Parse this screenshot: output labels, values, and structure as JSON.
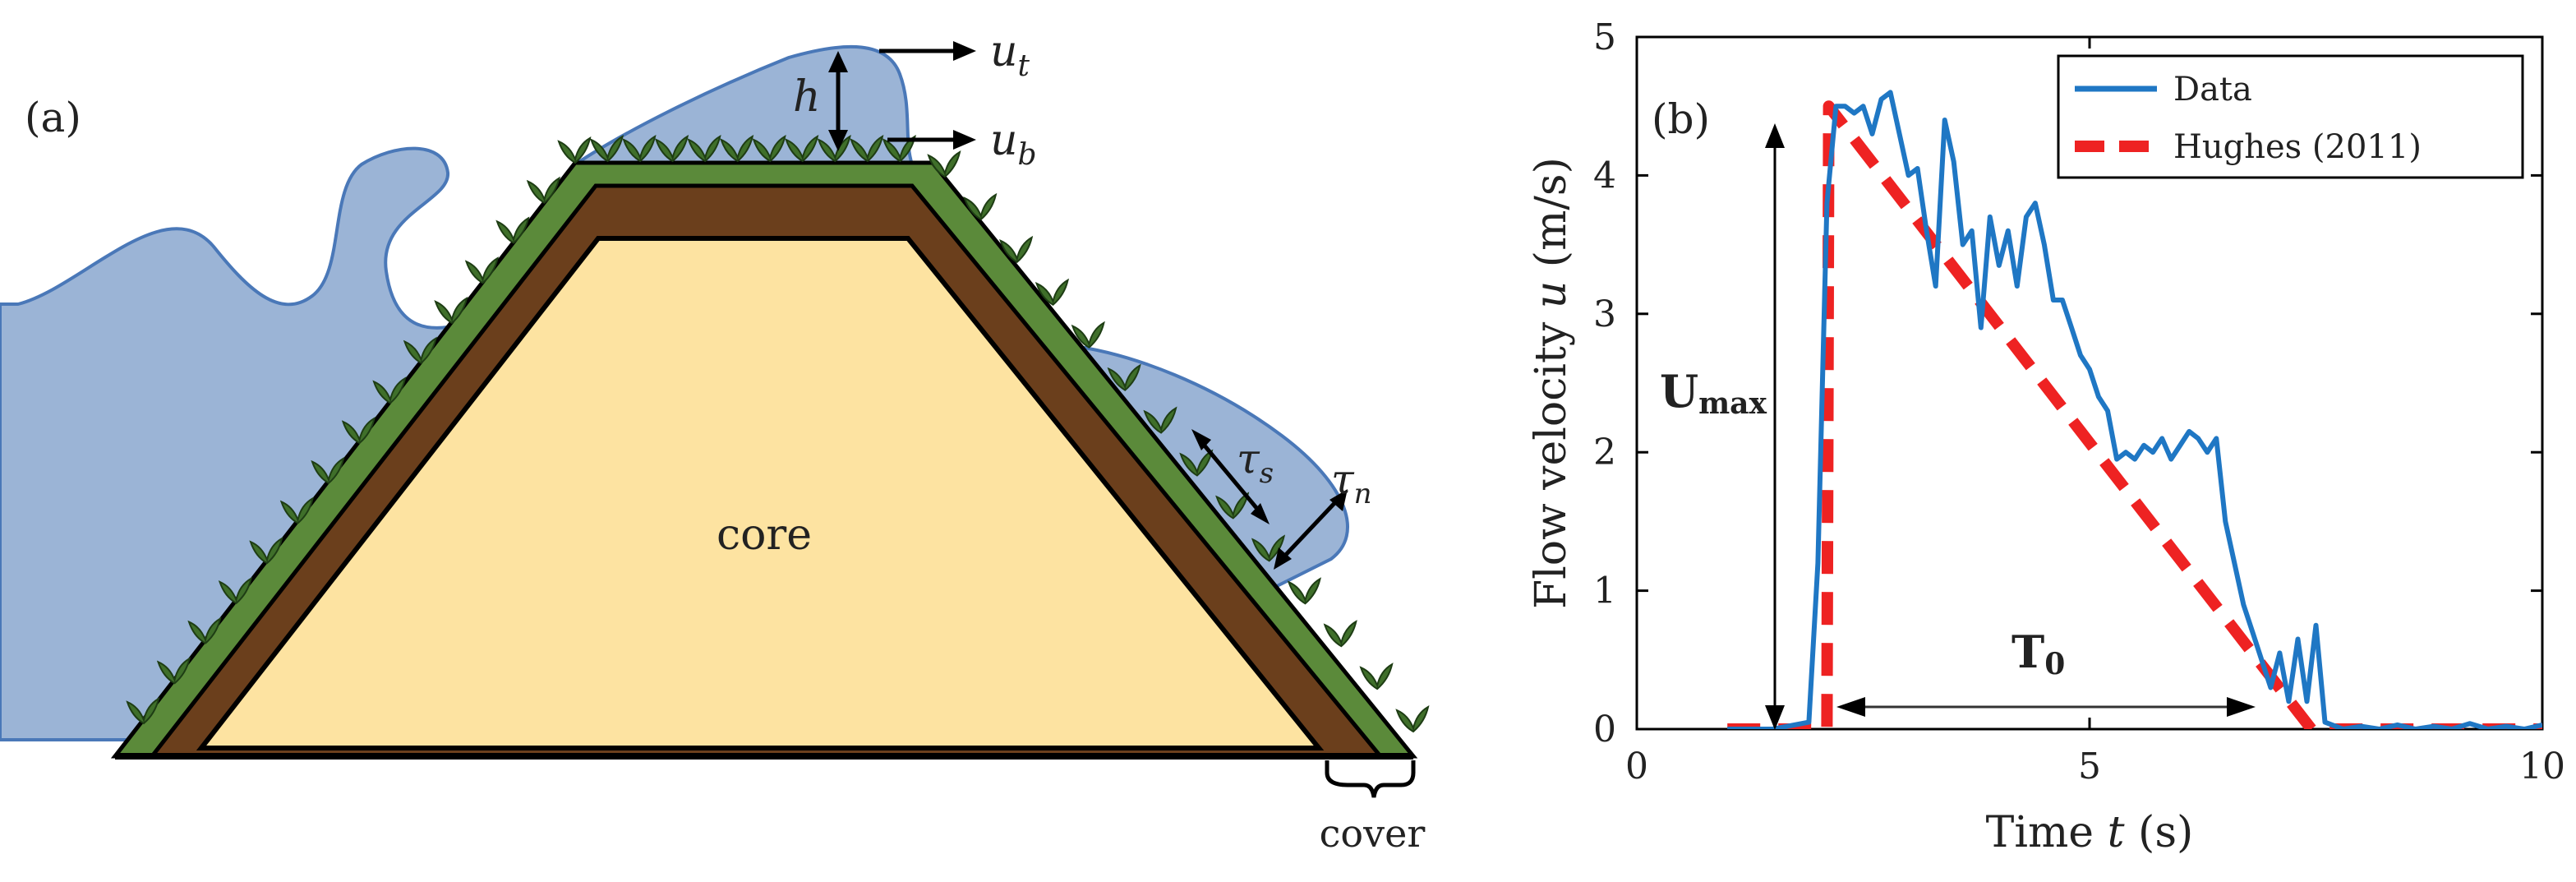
{
  "panel_a": {
    "label": "(a)",
    "core_label": "core",
    "cover_label": "cover",
    "h_label": "h",
    "ut_label": "u",
    "ut_sub": "t",
    "ub_label": "u",
    "ub_sub": "b",
    "taus_label": "τ",
    "taus_sub": "s",
    "taun_label": "τ",
    "taun_sub": "n",
    "colors": {
      "water": "#9bb4d6",
      "water_edge": "#4a78b8",
      "grass": "#5b8a3a",
      "soil": "#6b3f1c",
      "core": "#fde3a1",
      "plant": "#3f6f2a"
    }
  },
  "panel_b": {
    "label": "(b)",
    "umax_label": "U",
    "umax_sub": "max",
    "t0_label": "T",
    "t0_sub": "0",
    "colors": {
      "data": "#1f77c4",
      "model": "#ee2222",
      "annot": "#000000"
    }
  },
  "chart_data": {
    "type": "line",
    "xlabel_text": "Time ",
    "xlabel_var": "t",
    "xlabel_unit": " (s)",
    "ylabel_text": "Flow velocity ",
    "ylabel_var": "u",
    "ylabel_unit": " (m/s)",
    "xlim": [
      0,
      10
    ],
    "ylim": [
      0,
      5
    ],
    "xticks": [
      0,
      5,
      10
    ],
    "yticks": [
      0,
      1,
      2,
      3,
      4,
      5
    ],
    "grid": false,
    "legend_position": "top-right",
    "series": [
      {
        "name": "Data",
        "style": "solid",
        "x": [
          1.0,
          1.5,
          1.9,
          2.0,
          2.1,
          2.2,
          2.3,
          2.4,
          2.5,
          2.6,
          2.7,
          2.8,
          2.9,
          3.0,
          3.1,
          3.2,
          3.3,
          3.4,
          3.5,
          3.6,
          3.7,
          3.8,
          3.9,
          4.0,
          4.1,
          4.2,
          4.3,
          4.4,
          4.5,
          4.6,
          4.7,
          4.8,
          4.9,
          5.0,
          5.1,
          5.2,
          5.3,
          5.4,
          5.5,
          5.6,
          5.7,
          5.8,
          5.9,
          6.0,
          6.1,
          6.2,
          6.3,
          6.4,
          6.5,
          6.6,
          6.7,
          6.8,
          6.9,
          7.0,
          7.1,
          7.2,
          7.3,
          7.4,
          7.5,
          7.6,
          7.8,
          8.0,
          8.2,
          8.4,
          8.6,
          8.8,
          9.0,
          9.2,
          9.4,
          9.6,
          9.8,
          10.0
        ],
        "y": [
          0.0,
          0.0,
          0.05,
          1.2,
          3.8,
          4.5,
          4.5,
          4.45,
          4.5,
          4.3,
          4.55,
          4.6,
          4.3,
          4.0,
          4.05,
          3.6,
          3.2,
          4.4,
          4.1,
          3.5,
          3.6,
          2.9,
          3.7,
          3.35,
          3.6,
          3.2,
          3.7,
          3.8,
          3.5,
          3.1,
          3.1,
          2.9,
          2.7,
          2.6,
          2.4,
          2.3,
          1.95,
          2.0,
          1.95,
          2.05,
          2.0,
          2.1,
          1.95,
          2.05,
          2.15,
          2.1,
          2.0,
          2.1,
          1.5,
          1.2,
          0.9,
          0.7,
          0.5,
          0.3,
          0.55,
          0.2,
          0.65,
          0.2,
          0.75,
          0.05,
          0.0,
          0.02,
          0.0,
          0.03,
          0.0,
          0.02,
          0.0,
          0.04,
          0.0,
          0.02,
          0.0,
          0.03
        ]
      },
      {
        "name": "Hughes (2011)",
        "style": "dashed",
        "x": [
          1.0,
          2.1,
          2.12,
          7.45,
          10.0
        ],
        "y": [
          0.0,
          0.0,
          4.5,
          0.0,
          0.0
        ]
      }
    ]
  }
}
